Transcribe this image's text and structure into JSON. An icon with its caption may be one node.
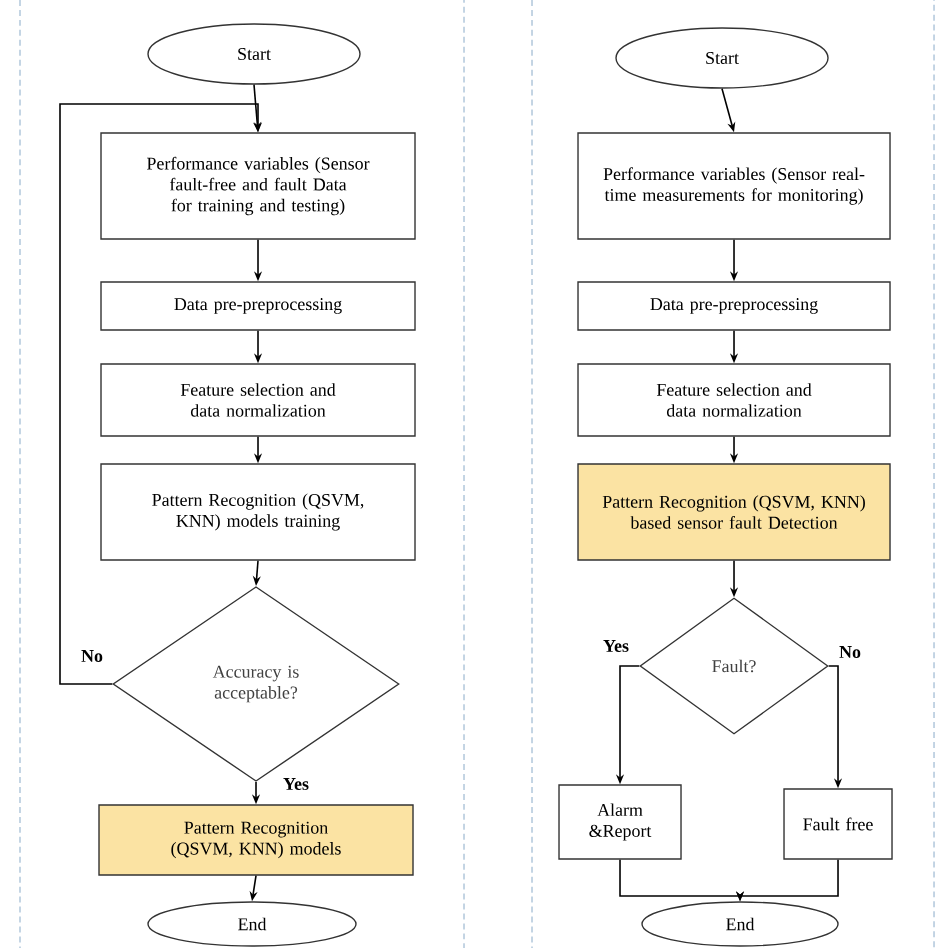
{
  "diagram": {
    "nodes": [
      {
        "text": [
          "Start"
        ]
      },
      {
        "text": [
          "Performance variables (Sensor fault-free and fault Data for training and testing)"
        ]
      },
      {
        "text": [
          "Data pre-preprocessing"
        ]
      },
      {
        "text": [
          "Feature selection and data normalization"
        ]
      },
      {
        "text": [
          "Pattern Recognition (QSVM, KNN) models training"
        ]
      },
      {
        "text": [
          "Accuracy is acceptable?"
        ]
      },
      {
        "text": [
          "Pattern Recognition (QSVM, KNN) models"
        ]
      },
      {
        "text": [
          "End"
        ]
      },
      {
        "text": [
          "Start"
        ]
      },
      {
        "text": [
          "Performance variables (Sensor real-time measurements for monitoring)"
        ]
      },
      {
        "text": [
          "Data pre-preprocessing"
        ]
      },
      {
        "text": [
          "Feature selection and data normalization"
        ]
      },
      {
        "text": [
          "Pattern Recognition (QSVM, KNN) based sensor fault Detection"
        ]
      },
      {
        "text": [
          "Fault?"
        ]
      },
      {
        "text": [
          "Alarm &Report"
        ]
      },
      {
        "text": [
          "Fault free"
        ]
      },
      {
        "text": [
          "End"
        ]
      }
    ],
    "edges": [
      {
        "from": 0,
        "to": 1,
        "arrow": "to"
      },
      {
        "from": 1,
        "to": 2,
        "arrow": "to"
      },
      {
        "from": 2,
        "to": 3,
        "arrow": "to"
      },
      {
        "from": 3,
        "to": 4,
        "arrow": "to"
      },
      {
        "from": 4,
        "to": 5,
        "arrow": "to"
      },
      {
        "from": 5,
        "to": 6,
        "arrow": "to",
        "label": "Yes"
      },
      {
        "from": 5,
        "to": 1,
        "arrow": "to",
        "label": "No"
      },
      {
        "from": 6,
        "to": 7,
        "arrow": "to"
      },
      {
        "from": 8,
        "to": 9,
        "arrow": "to"
      },
      {
        "from": 9,
        "to": 10,
        "arrow": "to"
      },
      {
        "from": 10,
        "to": 11,
        "arrow": "to"
      },
      {
        "from": 11,
        "to": 12,
        "arrow": "to"
      },
      {
        "from": 12,
        "to": 13,
        "arrow": "to"
      },
      {
        "from": 13,
        "to": 14,
        "arrow": "to",
        "label": "Yes"
      },
      {
        "from": 13,
        "to": 15,
        "arrow": "to",
        "label": "No"
      },
      {
        "from": 14,
        "to": 16,
        "arrow": "to"
      },
      {
        "from": 15,
        "to": 16,
        "arrow": "to"
      }
    ]
  }
}
